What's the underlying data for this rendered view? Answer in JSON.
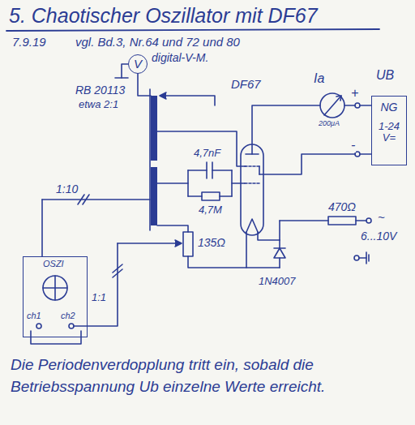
{
  "diagram": {
    "title": "5. Chaotischer Oszillator mit DF67",
    "caption": "Die Periodenverdopplung tritt ein, sobald die Betriebsspannung Ub einzelne Werte erreicht.",
    "nodes": [
      {
        "text": [
          "V"
        ]
      },
      {
        "text": [
          "NG",
          "1-24 V="
        ]
      },
      {
        "text": [
          "OSZI",
          "ch1",
          "ch2"
        ]
      }
    ],
    "labels": [
      "7.9.19",
      "vgl. Bd.3, Nr.64 und 72 und 80",
      "digital-V-M.",
      "DF67",
      "Ia",
      "+",
      "UB",
      "200μA",
      "-",
      "RB 20113",
      "etwa 2:1",
      "1:10",
      "4,7nF",
      "4,7M",
      "135Ω",
      "470Ω",
      "6...10V",
      "1N4007",
      "1:1",
      "~"
    ]
  }
}
